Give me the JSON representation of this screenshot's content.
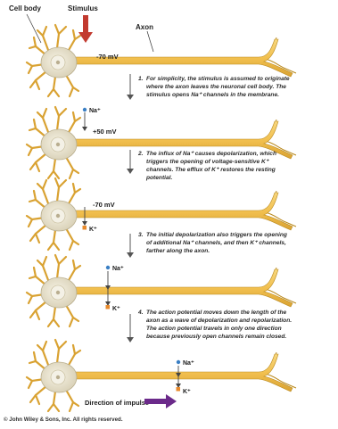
{
  "labels": {
    "cell_body": "Cell body",
    "stimulus": "Stimulus",
    "axon": "Axon",
    "direction": "Direction of impulse",
    "copyright": "© John Wiley & Sons, Inc. All rights reserved."
  },
  "voltages": {
    "n1": "-70 mV",
    "n2": "+50 mV",
    "n3": "-70 mV"
  },
  "ions": {
    "na": "Na⁺",
    "k": "K⁺"
  },
  "steps": [
    {
      "num": "1.",
      "lines": [
        "For simplicity, the stimulus is assumed to originate",
        "where the axon leaves the neuronal cell body. The",
        "stimulus opens Na⁺ channels in the membrane."
      ]
    },
    {
      "num": "2.",
      "lines": [
        "The influx of Na⁺ causes depolarization, which",
        "triggers the opening of voltage-sensitive K⁺",
        "channels. The efflux of K⁺ restores the resting",
        "potential."
      ]
    },
    {
      "num": "3.",
      "lines": [
        "The initial depolarization also triggers the opening",
        "of additional Na⁺ channels, and then K⁺ channels,",
        "farther along the axon."
      ]
    },
    {
      "num": "4.",
      "lines": [
        "The action potential moves down the length of the",
        "axon as a wave of depolarization and repolarization.",
        "The action potential travels in only one direction",
        "because previously open channels remain closed."
      ]
    }
  ],
  "colors": {
    "axon": "#f2c04f",
    "axon_edge": "#b98a1f",
    "soma": "#e7e2cf",
    "nucleus": "#f4f1e6",
    "stimulus_arrow": "#c23a2f",
    "direction_arrow": "#6b2a8a",
    "na_dot": "#3a7fc4",
    "k_dot": "#e88a2c"
  }
}
